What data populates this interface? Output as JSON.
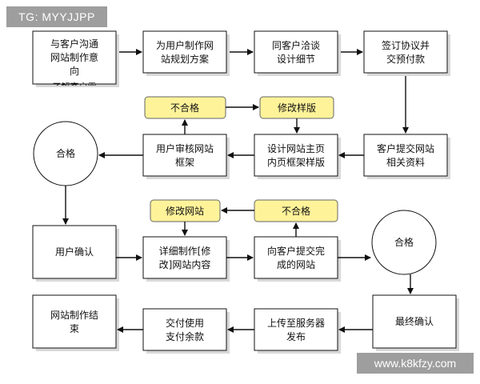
{
  "colors": {
    "box_stroke": "#111111",
    "box_fill": "#ffffff",
    "yellow_fill": "#fff39a",
    "yellow_stroke": "#666666",
    "shadow": "#d8d8d8",
    "arrow": "#111111",
    "watermark_bg": "#787878"
  },
  "watermarks": {
    "top_left": "TG: MYYJJPP",
    "bottom_right": "www.k8kfzy.com"
  },
  "nodes": {
    "n1": [
      "与客户沟通",
      "网站制作意",
      "向"
    ],
    "n1_cut": "了解客户需",
    "n2": [
      "为用户制作网",
      "站规划方案"
    ],
    "n3": [
      "同客户洽谈",
      "设计细节"
    ],
    "n4": [
      "签订协议并",
      "交预付款"
    ],
    "n5": [
      "客户提交网站",
      "相关资料"
    ],
    "n6": [
      "设计网站主页",
      "内页框架样版"
    ],
    "n7": [
      "用户审核网站",
      "框架"
    ],
    "n8": [
      "合格"
    ],
    "y1": [
      "不合格"
    ],
    "y2": [
      "修改样版"
    ],
    "n9": [
      "用户确认"
    ],
    "n10": [
      "详细制作[修",
      "改]网站内容"
    ],
    "n11": [
      "向客户提交完",
      "成的网站"
    ],
    "n12": [
      "合格"
    ],
    "y3": [
      "修改网站"
    ],
    "y4": [
      "不合格"
    ],
    "n13": [
      "最终确认"
    ],
    "n14": [
      "上传至服务器",
      "发布"
    ],
    "n15": [
      "交付使用",
      "支付余款"
    ],
    "n16": [
      "网站制作结",
      "束"
    ]
  }
}
